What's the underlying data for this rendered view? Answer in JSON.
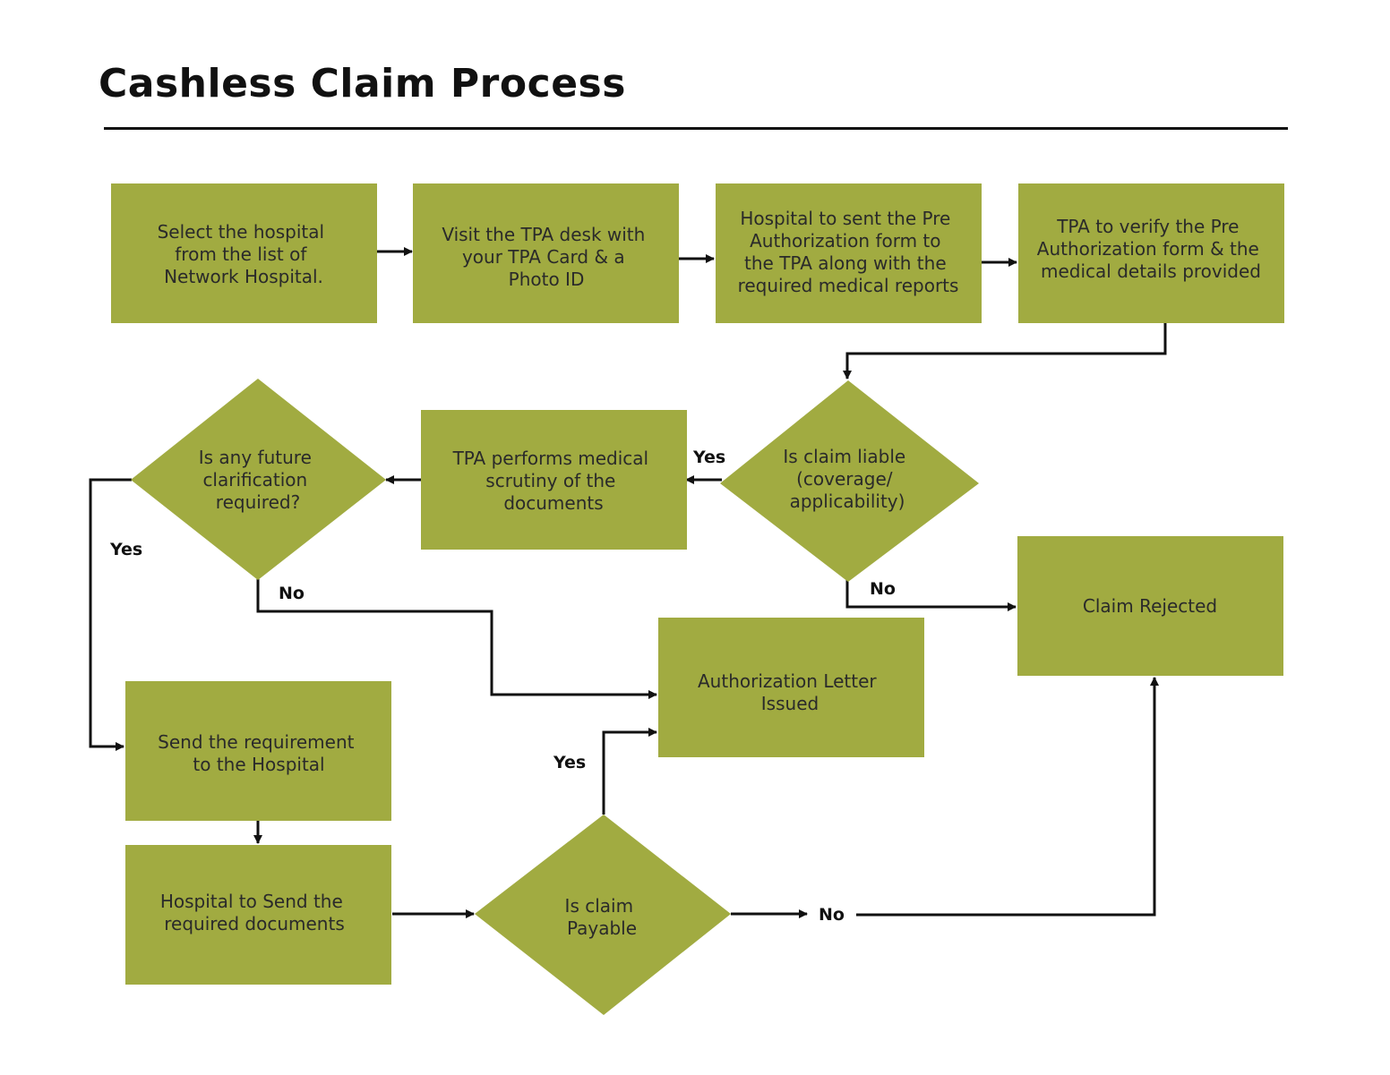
{
  "title": "Cashless Claim Process",
  "colors": {
    "node": "#a1ab41",
    "line": "#111111",
    "text": "#2a2a2a"
  },
  "nodes": {
    "select_hospital": [
      "Select the hospital",
      "from the list of",
      "Network Hospital."
    ],
    "visit_tpa": [
      "Visit the TPA desk with",
      "your TPA Card & a",
      "Photo ID"
    ],
    "hospital_sends_form": [
      "Hospital to sent the Pre",
      "Authorization form to",
      "the TPA along with the",
      "required medical reports"
    ],
    "tpa_verify": [
      "TPA to verify the Pre",
      "Authorization form & the",
      "medical details provided"
    ],
    "claim_liable": [
      "Is claim liable",
      "(coverage/",
      "applicability)"
    ],
    "medical_scrutiny": [
      "TPA performs medical",
      "scrutiny of the",
      "documents"
    ],
    "clarification": [
      "Is any future",
      "clarification",
      "required?"
    ],
    "claim_rejected": [
      "Claim Rejected"
    ],
    "authorization_letter": [
      "Authorization Letter",
      "Issued"
    ],
    "send_requirement": [
      "Send the requirement",
      "to the Hospital"
    ],
    "hospital_send_docs": [
      "Hospital to Send the",
      "required documents"
    ],
    "claim_payable": [
      "Is claim",
      "Payable"
    ]
  },
  "edge_labels": {
    "liable_yes": "Yes",
    "liable_no": "No",
    "clarification_yes": "Yes",
    "clarification_no": "No",
    "payable_yes": "Yes",
    "payable_no": "No"
  }
}
